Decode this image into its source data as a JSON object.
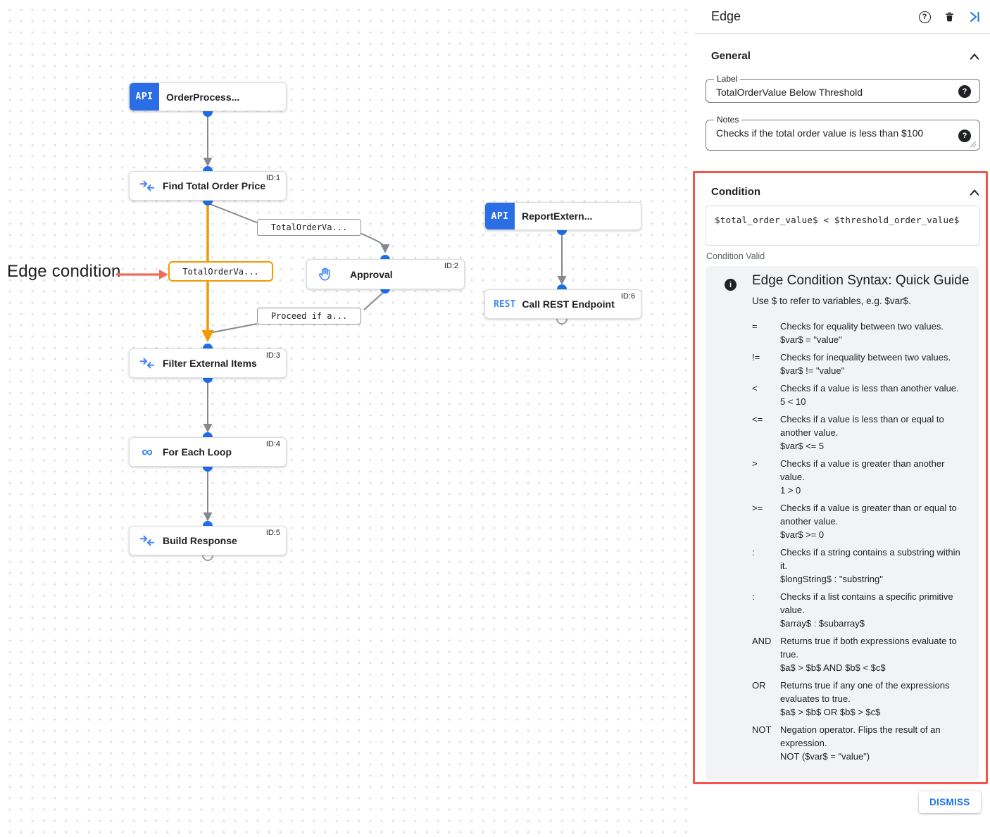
{
  "canvas": {
    "annotation": {
      "text": "Edge condition"
    },
    "nodes": {
      "order_process": {
        "title": "OrderProcess...",
        "badge": "API"
      },
      "find_total": {
        "title": "Find Total Order Price",
        "id": "ID:1"
      },
      "approval": {
        "title": "Approval",
        "id": "ID:2"
      },
      "report_extern": {
        "title": "ReportExtern...",
        "badge": "API"
      },
      "call_rest": {
        "title": "Call REST Endpoint",
        "id": "ID:6",
        "icon_text": "REST"
      },
      "filter_items": {
        "title": "Filter External Items",
        "id": "ID:3"
      },
      "for_each": {
        "title": "For Each Loop",
        "id": "ID:4",
        "icon_text": "∞"
      },
      "build_response": {
        "title": "Build Response",
        "id": "ID:5"
      }
    },
    "edge_labels": {
      "to_approval": "TotalOrderVa...",
      "condition": "TotalOrderVa...",
      "from_approval": "Proceed if a..."
    }
  },
  "panel": {
    "title": "Edge",
    "general": {
      "heading": "General",
      "label_field": {
        "label": "Label",
        "value": "TotalOrderValue Below Threshold"
      },
      "notes_field": {
        "label": "Notes",
        "value": "Checks if the total order value is less than $100"
      }
    },
    "condition": {
      "heading": "Condition",
      "expression": "$total_order_value$ < $threshold_order_value$",
      "status": "Condition Valid",
      "guide": {
        "title": "Edge Condition Syntax: Quick Guide",
        "intro": "Use $ to refer to variables, e.g. $var$.",
        "rules": [
          {
            "op": "=",
            "desc": "Checks for equality between two values.",
            "example": "$var$ = \"value\""
          },
          {
            "op": "!=",
            "desc": "Checks for inequality between two values.",
            "example": "$var$ != \"value\""
          },
          {
            "op": "<",
            "desc": "Checks if a value is less than another value.",
            "example": "5 < 10"
          },
          {
            "op": "<=",
            "desc": "Checks if a value is less than or equal to another value.",
            "example": "$var$ <= 5"
          },
          {
            "op": ">",
            "desc": "Checks if a value is greater than another value.",
            "example": "1 > 0"
          },
          {
            "op": ">=",
            "desc": "Checks if a value is greater than or equal to another value.",
            "example": "$var$ >= 0"
          },
          {
            "op": ":",
            "desc": "Checks if a string contains a substring within it.",
            "example": "$longString$ : \"substring\""
          },
          {
            "op": ":",
            "desc": "Checks if a list contains a specific primitive value.",
            "example": "$array$ : $subarray$"
          },
          {
            "op": "AND",
            "desc": "Returns true if both expressions evaluate to true.",
            "example": "$a$ > $b$ AND $b$ < $c$"
          },
          {
            "op": "OR",
            "desc": "Returns true if any one of the expressions evaluates to true.",
            "example": "$a$ > $b$ OR $b$ > $c$"
          },
          {
            "op": "NOT",
            "desc": "Negation operator. Flips the result of an expression.",
            "example": "NOT ($var$ = \"value\")"
          }
        ]
      }
    },
    "dismiss": "DISMISS"
  },
  "colors": {
    "accent_blue": "#1a73e8",
    "icon_blue": "#4285f4",
    "edge_orange": "#f29900",
    "highlight_red": "#f5544a",
    "annotation_red": "#ee6e5d"
  }
}
